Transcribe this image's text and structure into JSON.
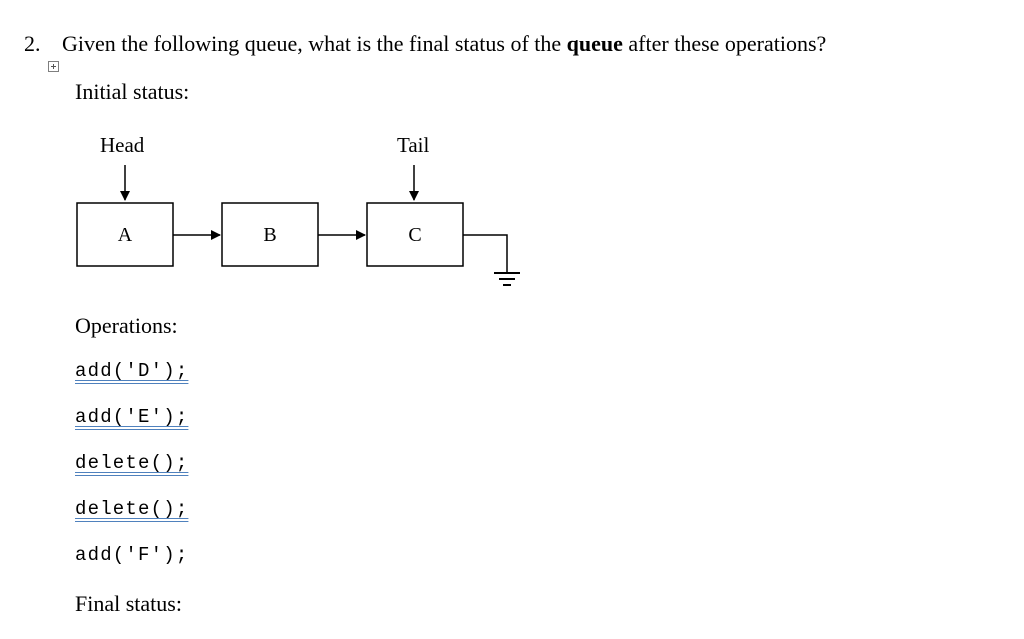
{
  "question": {
    "number": "2.",
    "text_before": "Given the following queue, what is the final status of the ",
    "text_bold": "queue",
    "text_after": " after these operations?"
  },
  "initial_label": "Initial status:",
  "diagram": {
    "head_label": "Head",
    "tail_label": "Tail",
    "nodes": [
      "A",
      "B",
      "C"
    ]
  },
  "operations_label": "Operations:",
  "operations": [
    "add('D');",
    "add('E');",
    "delete();",
    "delete();",
    "add('F');"
  ],
  "final_label": "Final status:"
}
